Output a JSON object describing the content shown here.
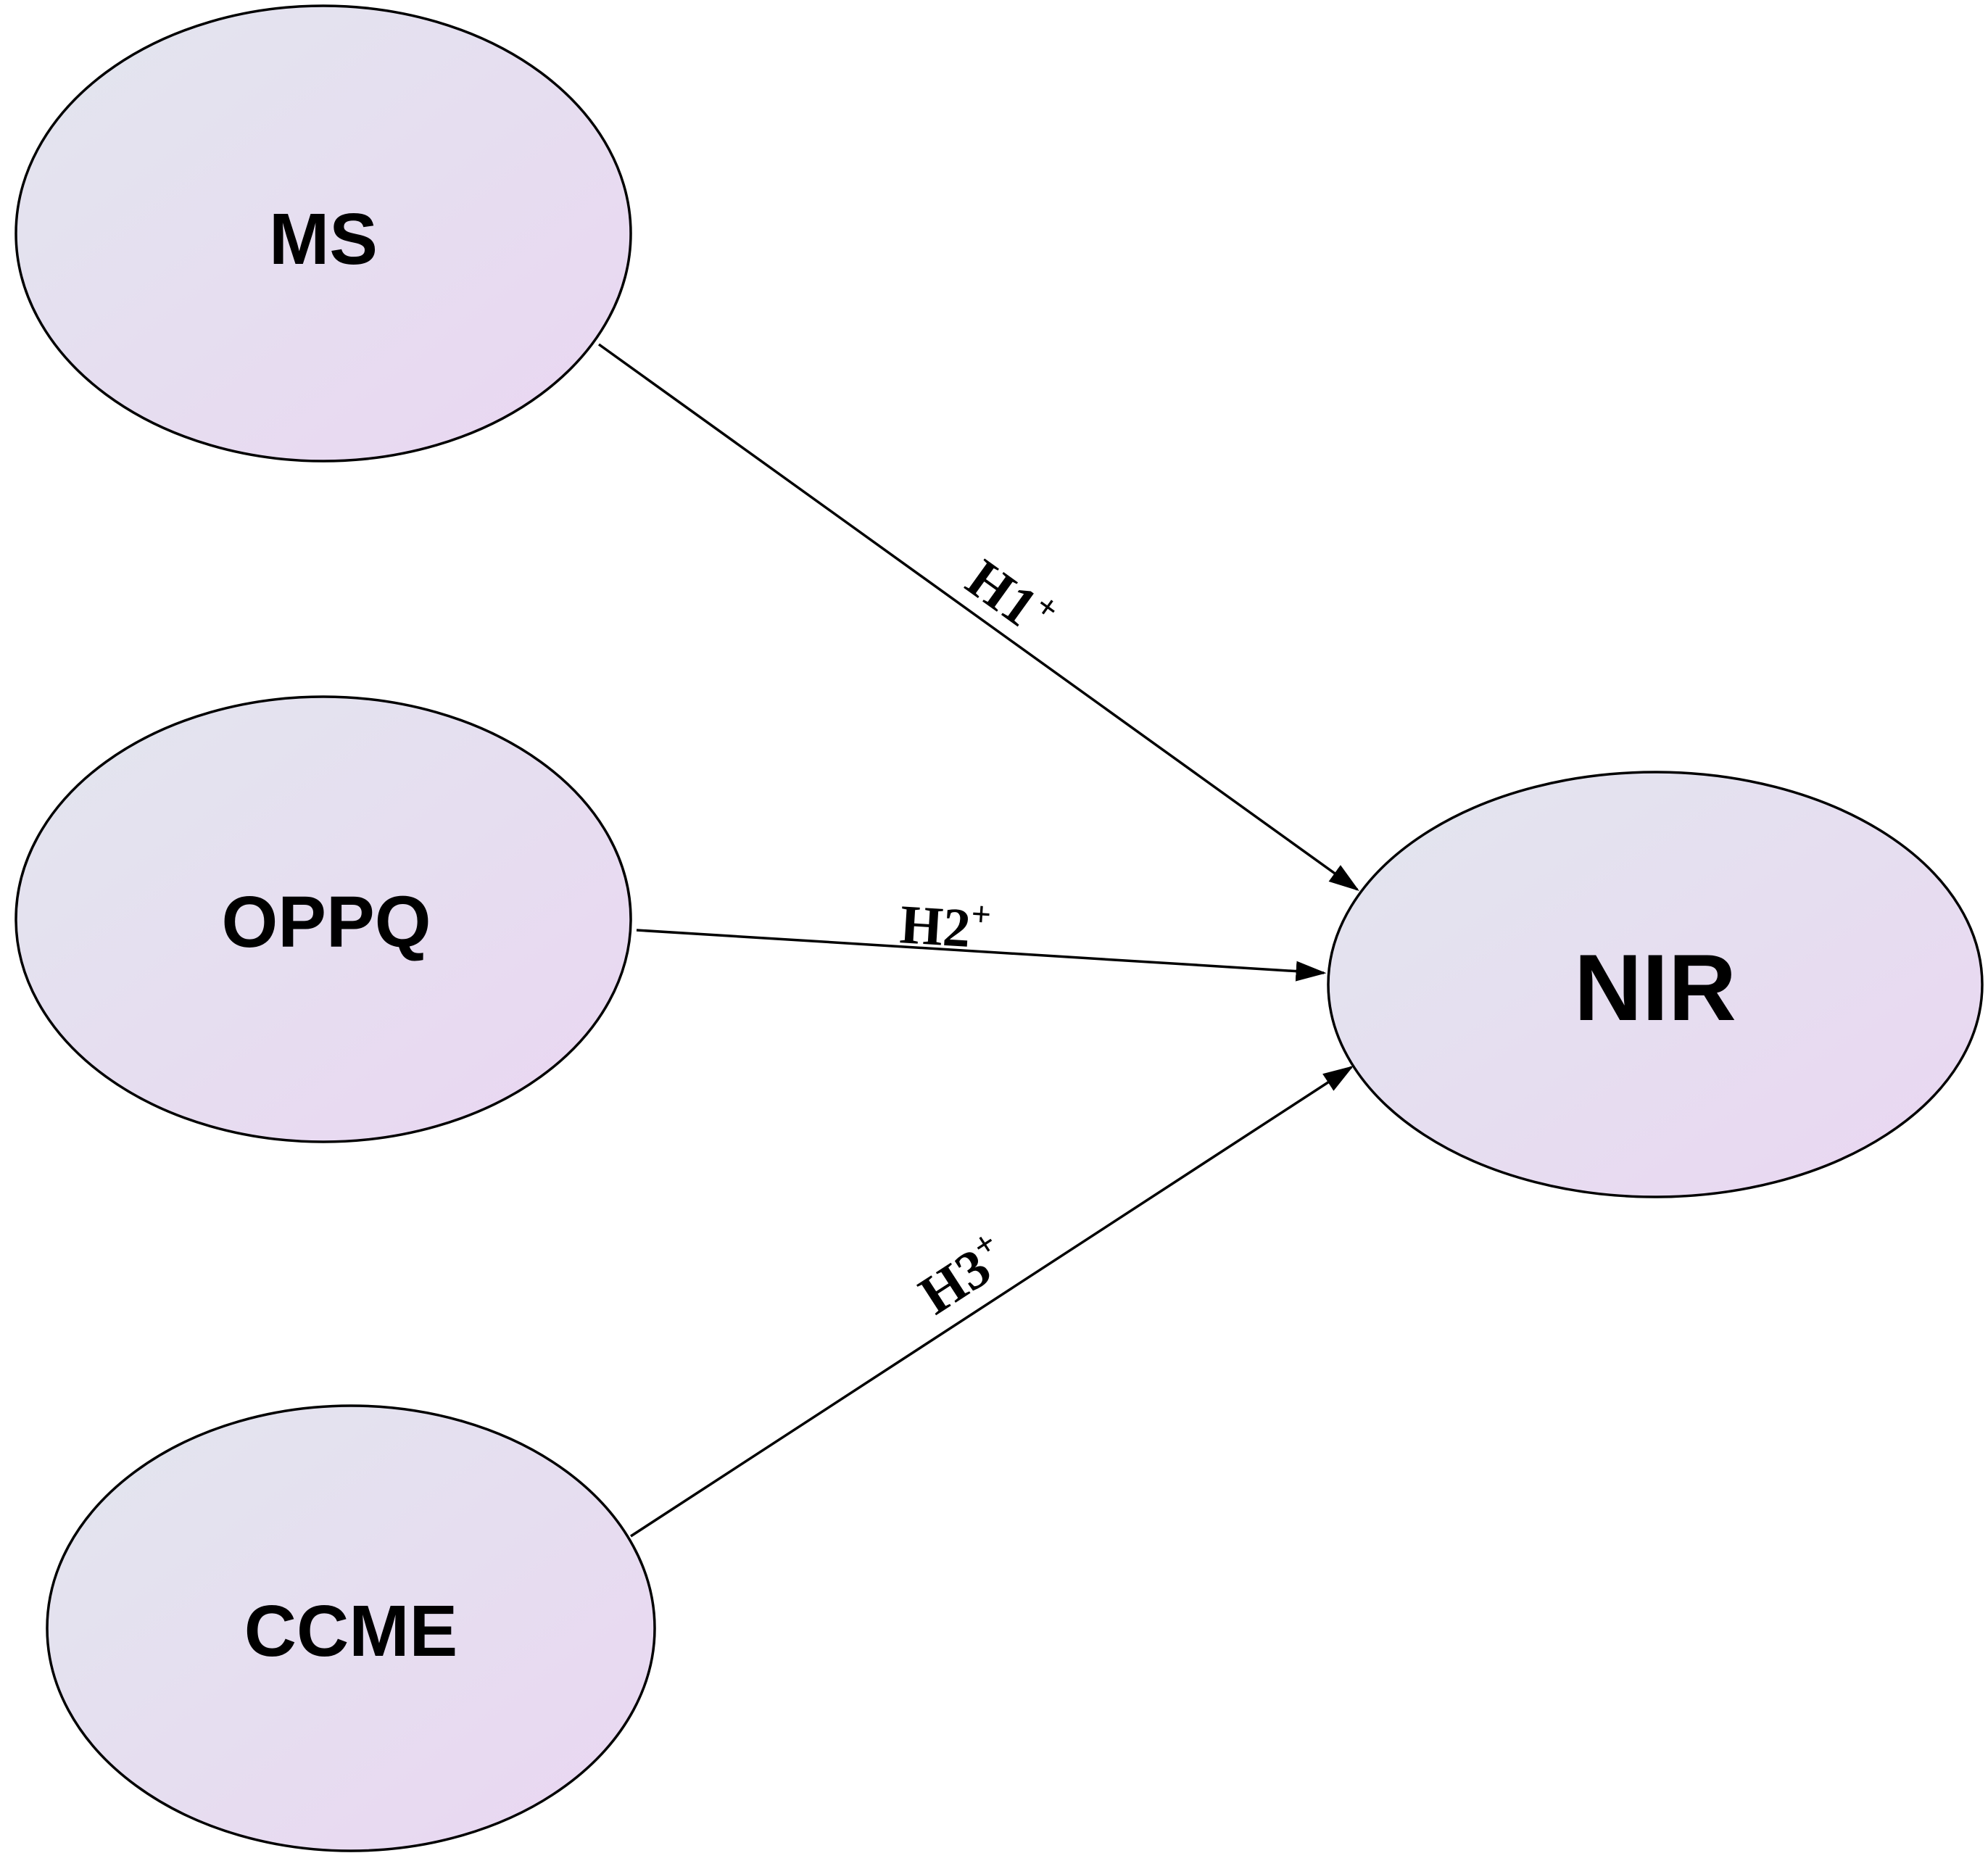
{
  "colors": {
    "node_fill_start": "#e2e6ee",
    "node_fill_end": "#ead6f2",
    "stroke": "#000000",
    "background": "#ffffff"
  },
  "nodes": [
    {
      "id": "ms",
      "label": "MS"
    },
    {
      "id": "oppq",
      "label": "OPPQ"
    },
    {
      "id": "ccme",
      "label": "CCME"
    },
    {
      "id": "nir",
      "label": "NIR"
    }
  ],
  "edges": [
    {
      "from": "ms",
      "to": "nir",
      "label": "H1",
      "sign": "+"
    },
    {
      "from": "oppq",
      "to": "nir",
      "label": "H2",
      "sign": "+"
    },
    {
      "from": "ccme",
      "to": "nir",
      "label": "H3",
      "sign": "+"
    }
  ]
}
